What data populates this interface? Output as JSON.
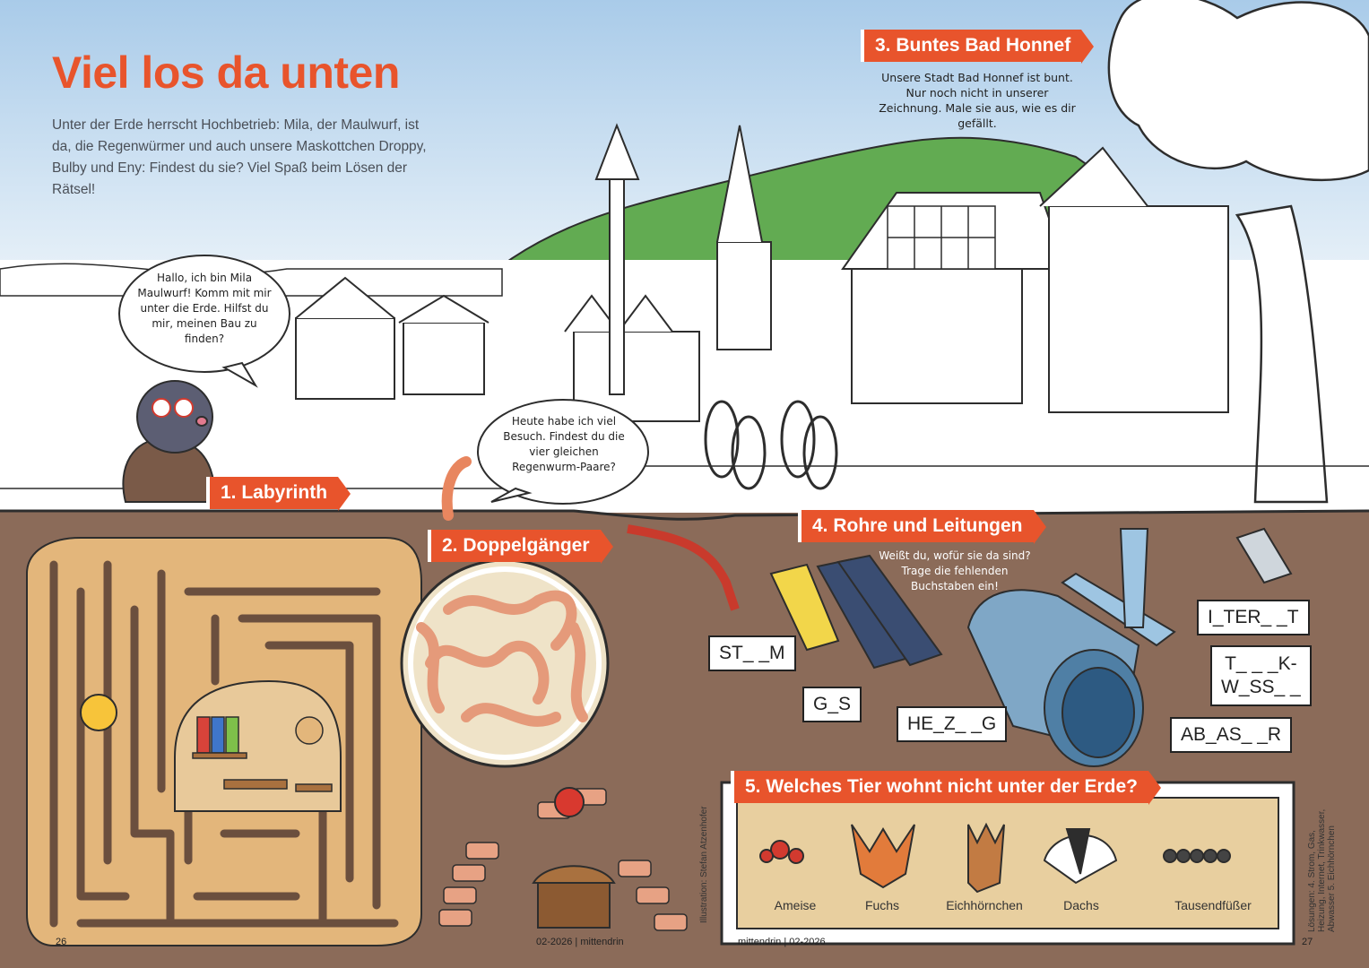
{
  "header": {
    "title": "Viel los da unten",
    "intro": "Unter der Erde herrscht Hochbetrieb: Mila, der Maulwurf, ist da, die Regenwürmer und auch unsere Maskottchen Droppy, Bulby und Eny: Findest du sie? Viel Spaß beim Lösen der Rätsel!"
  },
  "bubbles": {
    "mole": "Hallo, ich bin Mila Maulwurf! Komm mit mir unter die Erde. Hilfst du mir, meinen Bau zu finden?",
    "worm": "Heute habe ich viel Besuch. Findest du die vier gleichen Regenwurm-Paare?",
    "bad_honnef": "Unsere Stadt Bad Honnef ist bunt. Nur noch nicht in unserer Zeichnung. Male sie aus, wie es dir gefällt.",
    "pipes": "Weißt du, wofür sie da sind? Trage die fehlenden Buchstaben ein!"
  },
  "tasks": {
    "t1": "1. Labyrinth",
    "t2": "2. Doppelgänger",
    "t3": "3. Buntes Bad Honnef",
    "t4": "4. Rohre und Leitungen",
    "t5": "5. Welches Tier wohnt nicht unter der Erde?"
  },
  "pipe_labels": [
    "ST_ _M",
    "G_S",
    "HE_Z_ _G",
    "I_TER_ _T",
    "T_ _ _K-\nW_SS_ _",
    "AB_AS_ _R"
  ],
  "animals": [
    "Ameise",
    "Fuchs",
    "Eichhörnchen",
    "Dachs",
    "Tausendfüßer"
  ],
  "footer": {
    "page_left": "26",
    "page_right": "27",
    "issue_left": "02-2026 | mittendrin",
    "issue_right": "mittendrin | 02-2026",
    "credit": "Illustration: Stefan Atzenhofer",
    "solutions": "Lösungen: 4. Strom, Gas, Heizung, Internet, Trinkwasser, Abwasser 5. Eichhörnchen"
  },
  "colors": {
    "accent": "#e8542c",
    "sky": "#bcd7ee",
    "soil": "#8a6a58",
    "hills": "#5fa84f"
  }
}
